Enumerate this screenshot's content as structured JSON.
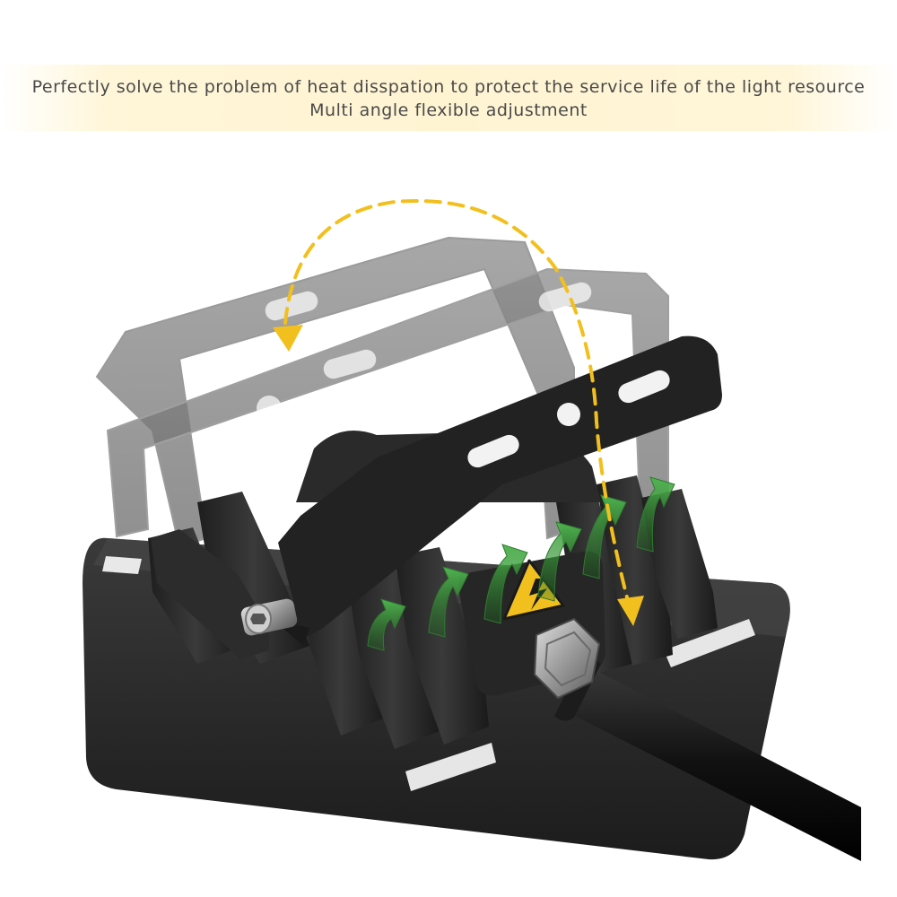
{
  "banner": {
    "line1": "Perfectly solve the problem of heat disspation to protect the service life of the light resource",
    "line2": "Multi angle flexible adjustment"
  },
  "product": {
    "type": "LED flood light back view with adjustable bracket",
    "warning_icon": "high-voltage-warning-icon",
    "airflow_arrow_color": "#3c9a3c",
    "rotation_arrow_color": "#f2c01e",
    "housing_color": "#2b2b2b"
  }
}
